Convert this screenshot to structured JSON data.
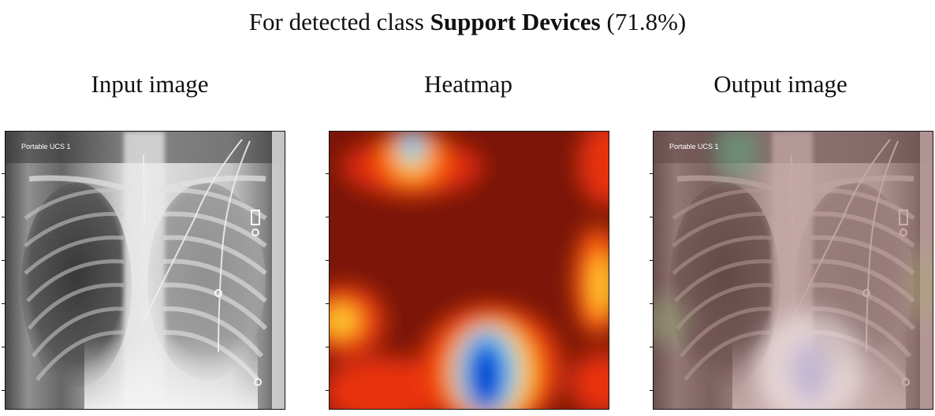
{
  "header": {
    "prefix": "For detected class ",
    "class_name": "Support Devices",
    "confidence": "(71.8%)"
  },
  "panels": [
    {
      "label": "Input image"
    },
    {
      "label": "Heatmap"
    },
    {
      "label": "Output image"
    }
  ],
  "xray_overlay_text": "Portable UCS 1"
}
